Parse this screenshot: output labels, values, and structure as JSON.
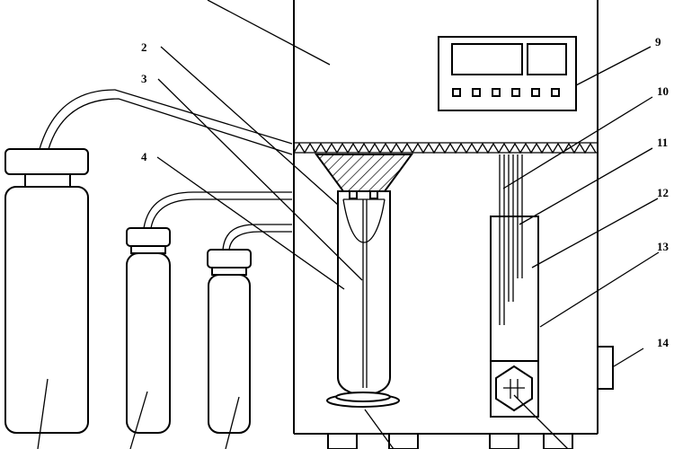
{
  "labels": {
    "l2": "2",
    "l3": "3",
    "l4": "4",
    "l9": "9",
    "l10": "10",
    "l11": "11",
    "l12": "12",
    "l13": "13",
    "l14": "14"
  },
  "colors": {
    "line": "#000000",
    "background": "#ffffff"
  }
}
